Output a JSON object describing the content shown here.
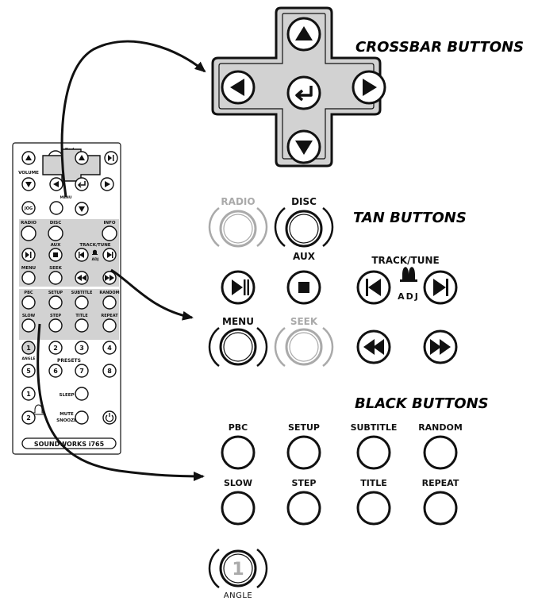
{
  "headings": {
    "crossbar": "CROSSBAR BUTTONS",
    "tan": "TAN BUTTONS",
    "black": "BLACK BUTTONS"
  },
  "tan_buttons": {
    "radio": "RADIO",
    "disc": "DISC",
    "aux": "AUX",
    "track_tune": "TRACK/TUNE",
    "adj": "ADJ",
    "menu": "MENU",
    "seek": "SEEK"
  },
  "black_buttons": {
    "row1": [
      "PBC",
      "SETUP",
      "SUBTITLE",
      "RANDOM"
    ],
    "row2": [
      "SLOW",
      "STEP",
      "TITLE",
      "REPEAT"
    ],
    "angle_number": "1",
    "angle_label": "ANGLE"
  },
  "remote": {
    "brand": "SOUNDWORKS i765",
    "volume": "VOLUME",
    "jog": "JOG",
    "menu_small": "MENU",
    "nod": "Nod",
    "radio": "RADIO",
    "disc": "DISC",
    "info": "INFO",
    "aux": "AUX",
    "track_tune": "TRACK/TUNE",
    "adj": "ADJ",
    "menu": "MENU",
    "seek": "SEEK",
    "pbc": "PBC",
    "setup": "SETUP",
    "subtitle": "SUBTITLE",
    "random": "RANDOM",
    "slow": "SLOW",
    "step": "STEP",
    "title": "TITLE",
    "repeat": "REPEAT",
    "angle": "ANGLE",
    "presets": "PRESETS",
    "numbers": [
      "1",
      "2",
      "3",
      "4",
      "5",
      "6",
      "7",
      "8"
    ],
    "memory1": "1",
    "memory2": "2",
    "sleep": "SLEEP",
    "mute": "MUTE",
    "snooze": "SNOOZE"
  },
  "colors": {
    "ink": "#111111",
    "inactive": "#aaaaaa",
    "tan_zone": "#d2d2d2"
  }
}
